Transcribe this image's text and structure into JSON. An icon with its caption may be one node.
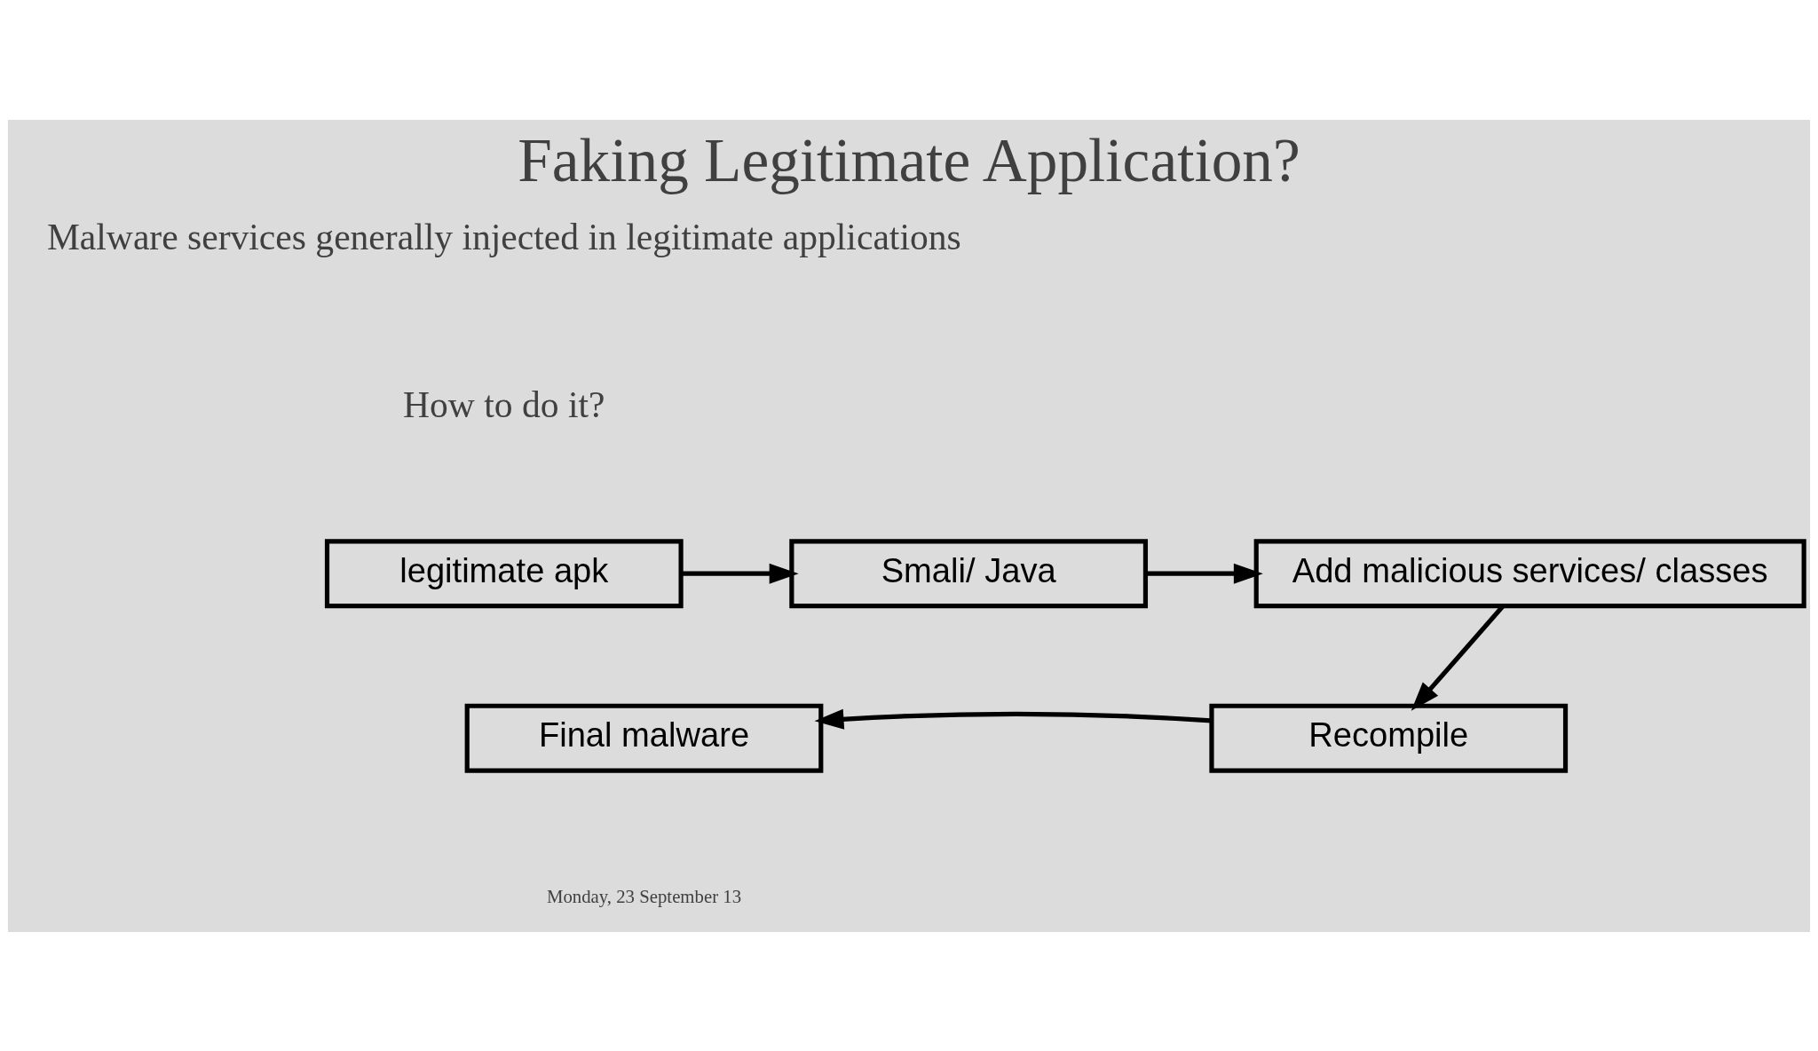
{
  "diagram": {
    "title": "Faking Legitimate Application?",
    "nodes": [
      {
        "text": [
          "legitimate apk"
        ]
      },
      {
        "text": [
          "Smali/ Java"
        ]
      },
      {
        "text": [
          "Add malicious services/ classes"
        ]
      },
      {
        "text": [
          "Recompile"
        ]
      },
      {
        "text": [
          "Final malware"
        ]
      }
    ],
    "edges": [
      {
        "from": 0,
        "to": 1,
        "arrow": "to"
      },
      {
        "from": 1,
        "to": 2,
        "arrow": "to"
      },
      {
        "from": 2,
        "to": 3,
        "arrow": "to"
      },
      {
        "from": 3,
        "to": 4,
        "arrow": "to"
      }
    ],
    "labels": [
      "Malware services generally injected in legitimate applications",
      "How to do it?",
      "Monday, 23 September 13"
    ]
  }
}
